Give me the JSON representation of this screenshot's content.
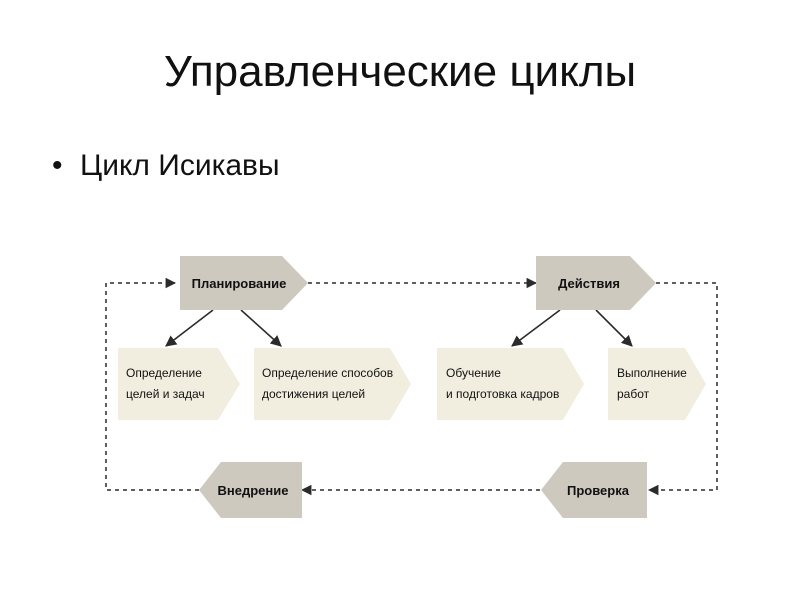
{
  "slide": {
    "title": "Управленческие циклы",
    "bullet": "Цикл Исикавы"
  },
  "diagram": {
    "colors": {
      "main_box": "#cdc9bf",
      "sub_box": "#f1eee0",
      "line": "#2b2b2b",
      "text": "#111111"
    },
    "main_steps": {
      "planning": "Планирование",
      "actions": "Действия",
      "check": "Проверка",
      "implementation": "Внедрение"
    },
    "sub_steps": {
      "goals": [
        "Определение",
        "целей и задач"
      ],
      "methods": [
        "Определение способов",
        "достижения целей"
      ],
      "training": [
        "Обучение",
        "и подготовка кадров"
      ],
      "execution": [
        "Выполнение",
        "работ"
      ]
    }
  }
}
